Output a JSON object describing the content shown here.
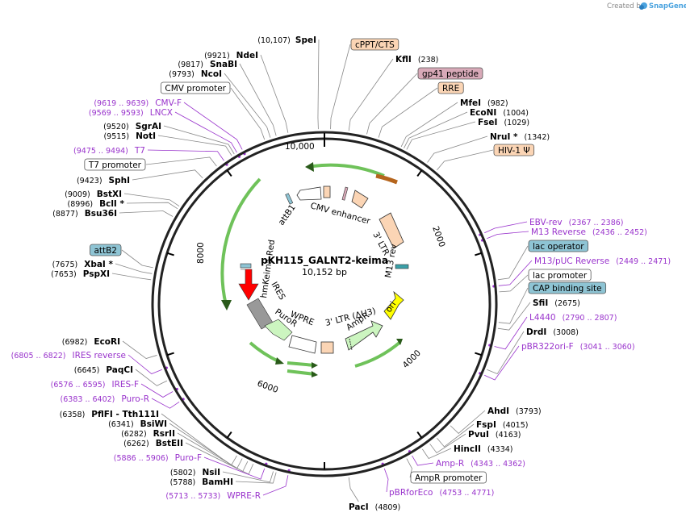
{
  "watermark": "Created by",
  "watermark_brand": "SnapGene",
  "plasmid": {
    "name": "pKH115_GALNT2-keima",
    "length_label": "10,152 bp"
  },
  "ticks": [
    "10,000",
    "2000",
    "4000",
    "6000",
    "8000"
  ],
  "left_labels": [
    {
      "kind": "enzyme",
      "name": "SpeI",
      "coord": "(10,107)"
    },
    {
      "kind": "enzyme",
      "name": "NdeI",
      "coord": "(9921)"
    },
    {
      "kind": "enzyme",
      "name": "SnaBI",
      "coord": "(9817)"
    },
    {
      "kind": "enzyme",
      "name": "NcoI",
      "coord": "(9793)"
    },
    {
      "kind": "feature",
      "name": "CMV promoter",
      "coord": ""
    },
    {
      "kind": "primer",
      "name": "CMV-F",
      "coord": "(9619 .. 9639)"
    },
    {
      "kind": "primer",
      "name": "LNCX",
      "coord": "(9569 .. 9593)"
    },
    {
      "kind": "enzyme",
      "name": "SgrAI",
      "coord": "(9520)"
    },
    {
      "kind": "enzyme",
      "name": "NotI",
      "coord": "(9515)"
    },
    {
      "kind": "primer",
      "name": "T7",
      "coord": "(9475 .. 9494)"
    },
    {
      "kind": "feature",
      "name": "T7 promoter",
      "coord": ""
    },
    {
      "kind": "enzyme",
      "name": "SphI",
      "coord": "(9423)"
    },
    {
      "kind": "enzyme",
      "name": "BstXI",
      "coord": "(9009)"
    },
    {
      "kind": "enzyme",
      "name": "BclI *",
      "coord": "(8996)"
    },
    {
      "kind": "enzyme",
      "name": "Bsu36I",
      "coord": "(8877)"
    },
    {
      "kind": "feature",
      "name": "attB2",
      "coord": ""
    },
    {
      "kind": "enzyme",
      "name": "XbaI *",
      "coord": "(7675)"
    },
    {
      "kind": "enzyme",
      "name": "PspXI",
      "coord": "(7653)"
    },
    {
      "kind": "enzyme",
      "name": "EcoRI",
      "coord": "(6982)"
    },
    {
      "kind": "primer",
      "name": "IRES reverse",
      "coord": "(6805 .. 6822)"
    },
    {
      "kind": "enzyme",
      "name": "PaqCI",
      "coord": "(6645)"
    },
    {
      "kind": "primer",
      "name": "IRES-F",
      "coord": "(6576 .. 6595)"
    },
    {
      "kind": "primer",
      "name": "Puro-R",
      "coord": "(6383 .. 6402)"
    },
    {
      "kind": "enzyme",
      "name": "PflFI - Tth111I",
      "coord": "(6358)"
    },
    {
      "kind": "enzyme",
      "name": "BsiWI",
      "coord": "(6341)"
    },
    {
      "kind": "enzyme",
      "name": "RsrII",
      "coord": "(6282)"
    },
    {
      "kind": "enzyme",
      "name": "BstEII",
      "coord": "(6262)"
    },
    {
      "kind": "primer",
      "name": "Puro-F",
      "coord": "(5886 .. 5906)"
    },
    {
      "kind": "enzyme",
      "name": "NsiI",
      "coord": "(5802)"
    },
    {
      "kind": "enzyme",
      "name": "BamHI",
      "coord": "(5788)"
    },
    {
      "kind": "primer",
      "name": "WPRE-R",
      "coord": "(5713 .. 5733)"
    }
  ],
  "right_labels": [
    {
      "kind": "feature",
      "name": "cPPT/CTS",
      "coord": ""
    },
    {
      "kind": "enzyme",
      "name": "KflI",
      "coord": "(238)"
    },
    {
      "kind": "feature",
      "name": "gp41 peptide",
      "coord": ""
    },
    {
      "kind": "feature",
      "name": "RRE",
      "coord": ""
    },
    {
      "kind": "enzyme",
      "name": "MfeI",
      "coord": "(982)"
    },
    {
      "kind": "enzyme",
      "name": "EcoNI",
      "coord": "(1004)"
    },
    {
      "kind": "enzyme",
      "name": "FseI",
      "coord": "(1029)"
    },
    {
      "kind": "enzyme",
      "name": "NruI *",
      "coord": "(1342)"
    },
    {
      "kind": "feature",
      "name": "HIV-1 Ψ",
      "coord": ""
    },
    {
      "kind": "primer",
      "name": "EBV-rev",
      "coord": "(2367 .. 2386)"
    },
    {
      "kind": "primer",
      "name": "M13 Reverse",
      "coord": "(2436 .. 2452)"
    },
    {
      "kind": "feature",
      "name": "lac operator",
      "coord": ""
    },
    {
      "kind": "primer",
      "name": "M13/pUC Reverse",
      "coord": "(2449 .. 2471)"
    },
    {
      "kind": "feature",
      "name": "lac promoter",
      "coord": ""
    },
    {
      "kind": "feature",
      "name": "CAP binding site",
      "coord": ""
    },
    {
      "kind": "enzyme",
      "name": "SfiI",
      "coord": "(2675)"
    },
    {
      "kind": "primer",
      "name": "L4440",
      "coord": "(2790 .. 2807)"
    },
    {
      "kind": "enzyme",
      "name": "DrdI",
      "coord": "(3008)"
    },
    {
      "kind": "primer",
      "name": "pBR322ori-F",
      "coord": "(3041 .. 3060)"
    },
    {
      "kind": "enzyme",
      "name": "AhdI",
      "coord": "(3793)"
    },
    {
      "kind": "enzyme",
      "name": "FspI",
      "coord": "(4015)"
    },
    {
      "kind": "enzyme",
      "name": "PvuI",
      "coord": "(4163)"
    },
    {
      "kind": "enzyme",
      "name": "HincII",
      "coord": "(4334)"
    },
    {
      "kind": "primer",
      "name": "Amp-R",
      "coord": "(4343 .. 4362)"
    },
    {
      "kind": "feature",
      "name": "AmpR promoter",
      "coord": ""
    },
    {
      "kind": "primer",
      "name": "pBRforEco",
      "coord": "(4753 .. 4771)"
    },
    {
      "kind": "enzyme",
      "name": "PacI",
      "coord": "(4809)"
    }
  ],
  "inner_features": {
    "attB1": "attB1",
    "cmv_enhancer": "CMV enhancer",
    "ltr3": "3' LTR",
    "m13_rev": "M13 rev",
    "hmkeima": "hmKeima-Red",
    "ires": "IRES",
    "puror": "PuroR",
    "wpre": "WPRE",
    "ltr3_du3": "3' LTR (ΔU3)",
    "ampr": "AmpR",
    "ori": "ori"
  },
  "colors": {
    "primer": "#9933cc",
    "feature_orange": "#fbd5b5",
    "feature_pink": "#d8a9b8",
    "feature_teal": "#8ec4d4",
    "ring": "#222222",
    "hmkeima": "#ff0000",
    "ori": "#ffff00",
    "arrow_green": "#ccf5c0"
  }
}
